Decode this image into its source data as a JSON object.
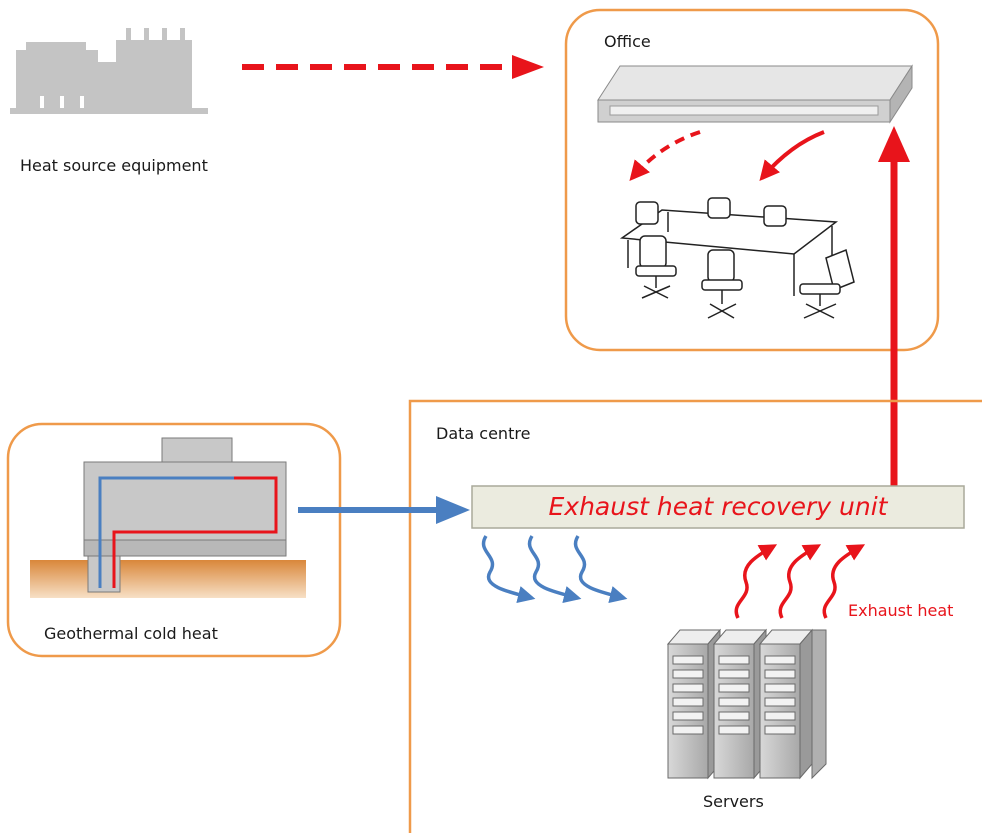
{
  "labels": {
    "heat_source": "Heat source equipment",
    "office": "Office",
    "data_centre": "Data centre",
    "unit": "Exhaust heat recovery unit",
    "geothermal": "Geothermal  cold heat",
    "exhaust_heat": "Exhaust heat",
    "servers": "Servers"
  },
  "colors": {
    "hot": "#e8141b",
    "cold": "#4a7fc1",
    "frame": "#ef9a4a",
    "equipment": "#c4c4c4",
    "unit_fill": "#ebebdf",
    "ground": "#e09a55"
  }
}
